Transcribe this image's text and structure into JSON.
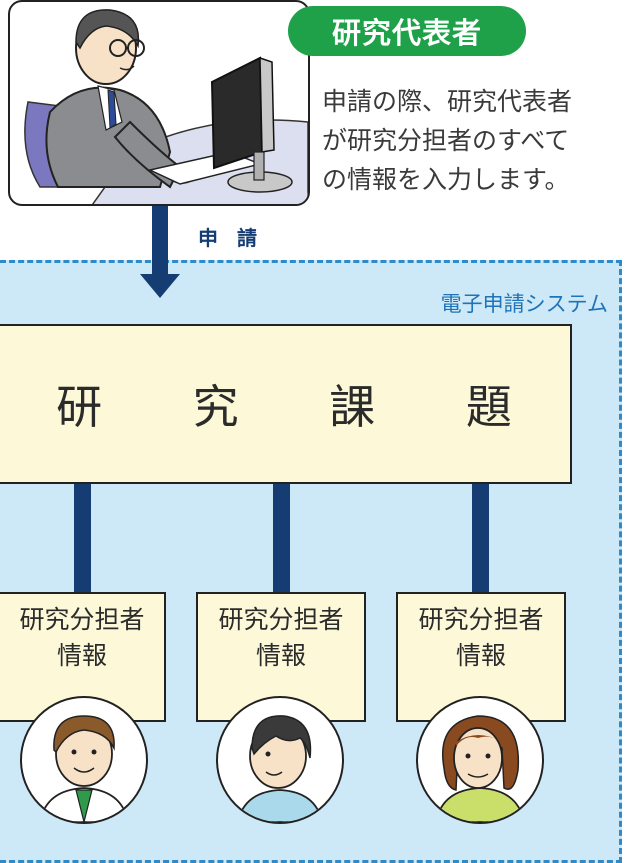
{
  "representative": {
    "role_label": "研究代表者",
    "description_lines": [
      "申請の際、研究代表者",
      "が研究分担者のすべて",
      "の情報を入力します。"
    ]
  },
  "arrow": {
    "label": "申 請"
  },
  "system": {
    "label": "電子申請システム",
    "project_title": "研 究 課 題",
    "shared_info": [
      {
        "line1": "研究分担者",
        "line2": "情報"
      },
      {
        "line1": "研究分担者",
        "line2": "情報"
      },
      {
        "line1": "研究分担者",
        "line2": "情報"
      }
    ]
  },
  "colors": {
    "badge_green": "#1fa14a",
    "system_bg": "#cde8f6",
    "dashed_border": "#2e8ac8",
    "navy": "#163d73",
    "box_fill": "#fcf8d8"
  },
  "icons": [
    "researcher-at-computer-illustration",
    "doctor-avatar-icon",
    "man-avatar-icon",
    "woman-avatar-icon"
  ]
}
